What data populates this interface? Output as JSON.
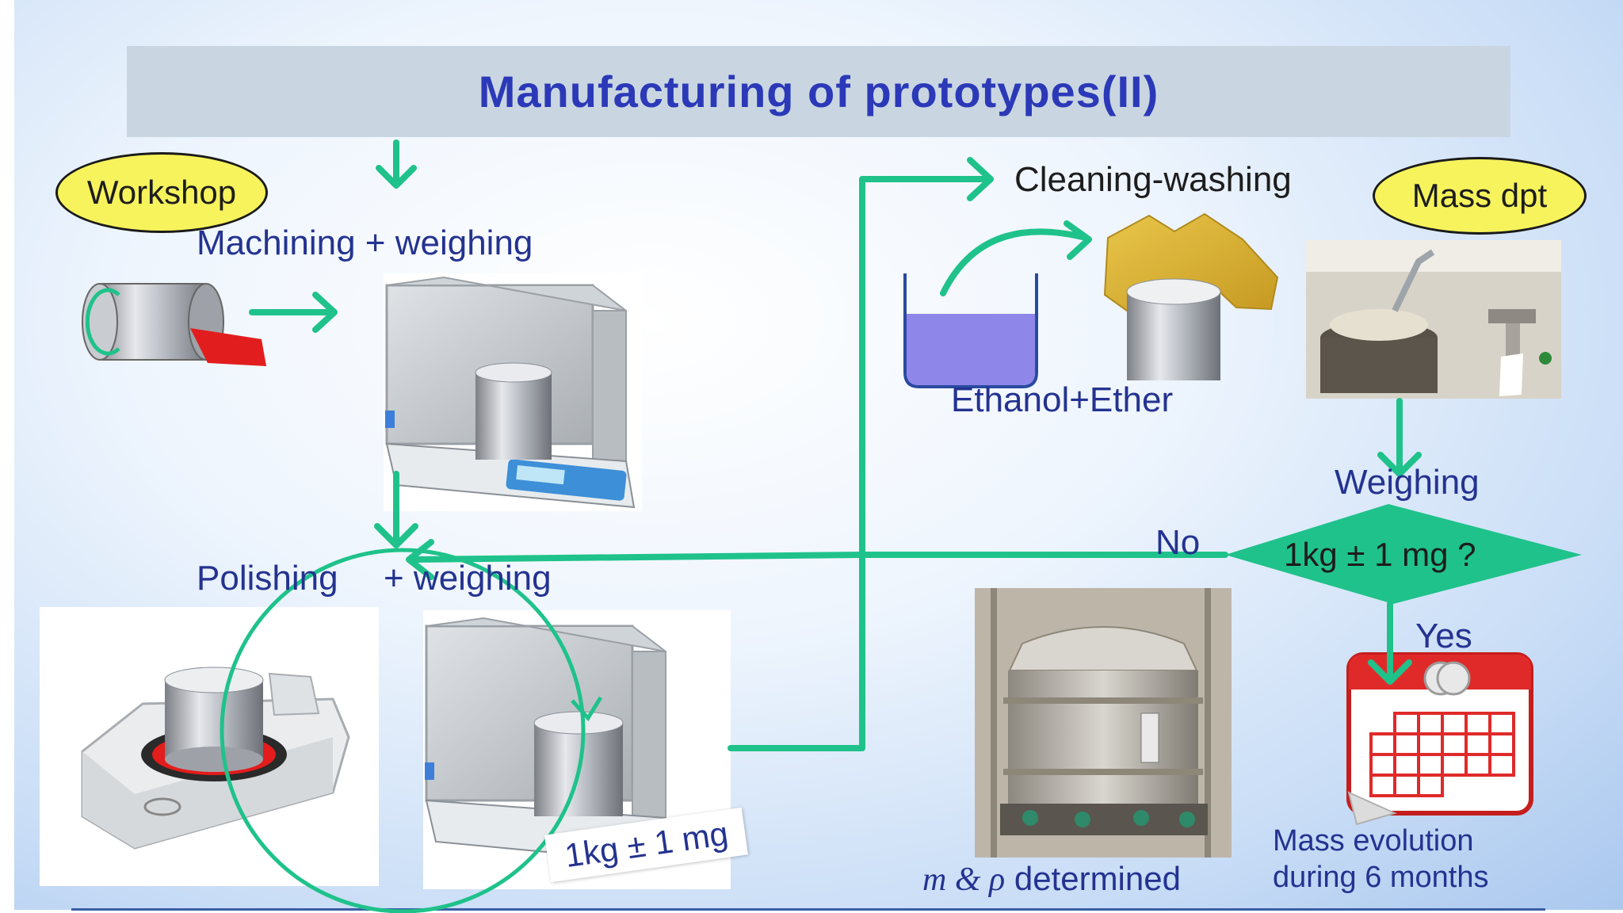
{
  "title": "Manufacturing of prototypes(II)",
  "badges": {
    "workshop": "Workshop",
    "mass_dpt": "Mass dpt"
  },
  "steps": {
    "machining": "Machining + weighing",
    "polishing_a": "Polishing",
    "polishing_b": "+ weighing",
    "cleaning": "Cleaning-washing",
    "solvent": "Ethanol+Ether",
    "weighing": "Weighing"
  },
  "decision": {
    "question": "1kg ± 1 mg ?",
    "no": "No",
    "yes": "Yes"
  },
  "tolerance_label": "1kg ± 1 mg",
  "results": {
    "determined_sym": "m & ρ",
    "determined_text": "determined",
    "evolution_line1": "Mass evolution",
    "evolution_line2": "during 6 months"
  },
  "colors": {
    "arrow": "#1fc28a",
    "title_text": "#2b39b8",
    "label_text": "#243390",
    "badge_fill": "#f6f35c",
    "decision_fill": "#1fc28a",
    "calendar_red": "#e02a2a"
  }
}
